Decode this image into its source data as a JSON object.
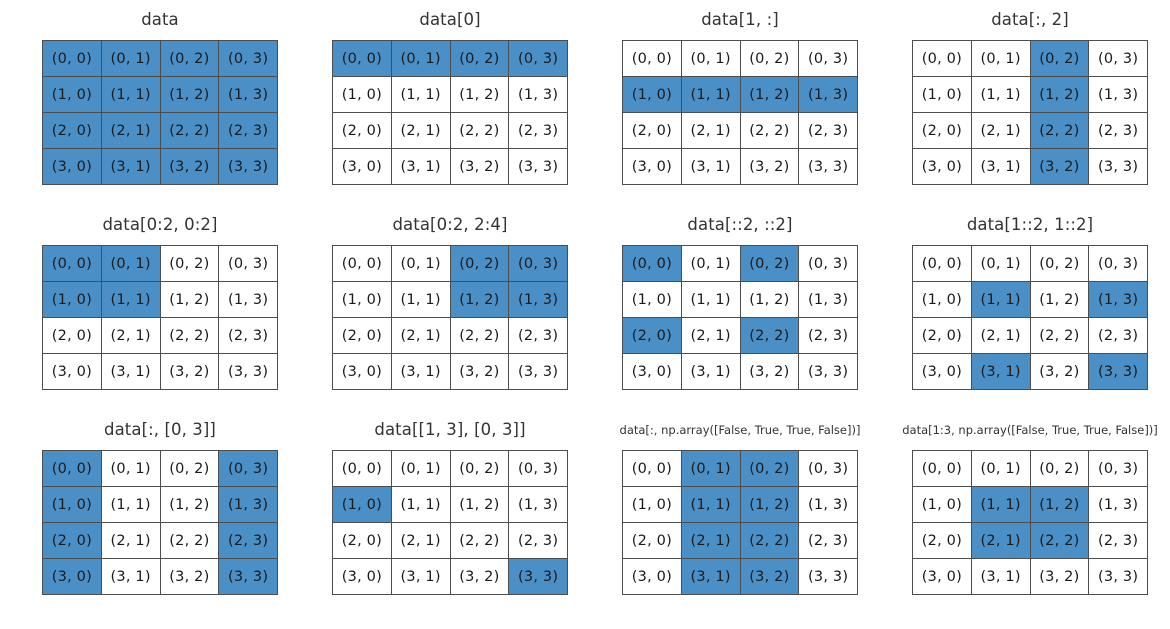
{
  "figure": {
    "title_color": "#333333",
    "highlight_color": "#4a90c7",
    "cell_border_color": "#4d4d4d",
    "background_color": "#ffffff",
    "grid_rows": 4,
    "grid_cols": 4
  },
  "cell_labels": [
    [
      "(0, 0)",
      "(0, 1)",
      "(0, 2)",
      "(0, 3)"
    ],
    [
      "(1, 0)",
      "(1, 1)",
      "(1, 2)",
      "(1, 3)"
    ],
    [
      "(2, 0)",
      "(2, 1)",
      "(2, 2)",
      "(2, 3)"
    ],
    [
      "(3, 0)",
      "(3, 1)",
      "(3, 2)",
      "(3, 3)"
    ]
  ],
  "panels": [
    {
      "id": "data",
      "title": "data",
      "title_size": "normal",
      "highlighted": [
        [
          true,
          true,
          true,
          true
        ],
        [
          true,
          true,
          true,
          true
        ],
        [
          true,
          true,
          true,
          true
        ],
        [
          true,
          true,
          true,
          true
        ]
      ]
    },
    {
      "id": "data-0",
      "title": "data[0]",
      "title_size": "normal",
      "highlighted": [
        [
          true,
          true,
          true,
          true
        ],
        [
          false,
          false,
          false,
          false
        ],
        [
          false,
          false,
          false,
          false
        ],
        [
          false,
          false,
          false,
          false
        ]
      ]
    },
    {
      "id": "data-1-colon",
      "title": "data[1, :]",
      "title_size": "normal",
      "highlighted": [
        [
          false,
          false,
          false,
          false
        ],
        [
          true,
          true,
          true,
          true
        ],
        [
          false,
          false,
          false,
          false
        ],
        [
          false,
          false,
          false,
          false
        ]
      ]
    },
    {
      "id": "data-colon-2",
      "title": "data[:, 2]",
      "title_size": "normal",
      "highlighted": [
        [
          false,
          false,
          true,
          false
        ],
        [
          false,
          false,
          true,
          false
        ],
        [
          false,
          false,
          true,
          false
        ],
        [
          false,
          false,
          true,
          false
        ]
      ]
    },
    {
      "id": "data-0to2-0to2",
      "title": "data[0:2, 0:2]",
      "title_size": "normal",
      "highlighted": [
        [
          true,
          true,
          false,
          false
        ],
        [
          true,
          true,
          false,
          false
        ],
        [
          false,
          false,
          false,
          false
        ],
        [
          false,
          false,
          false,
          false
        ]
      ]
    },
    {
      "id": "data-0to2-2to4",
      "title": "data[0:2, 2:4]",
      "title_size": "normal",
      "highlighted": [
        [
          false,
          false,
          true,
          true
        ],
        [
          false,
          false,
          true,
          true
        ],
        [
          false,
          false,
          false,
          false
        ],
        [
          false,
          false,
          false,
          false
        ]
      ]
    },
    {
      "id": "data-step2-step2",
      "title": "data[::2, ::2]",
      "title_size": "normal",
      "highlighted": [
        [
          true,
          false,
          true,
          false
        ],
        [
          false,
          false,
          false,
          false
        ],
        [
          true,
          false,
          true,
          false
        ],
        [
          false,
          false,
          false,
          false
        ]
      ]
    },
    {
      "id": "data-1step2-1step2",
      "title": "data[1::2, 1::2]",
      "title_size": "normal",
      "highlighted": [
        [
          false,
          false,
          false,
          false
        ],
        [
          false,
          true,
          false,
          true
        ],
        [
          false,
          false,
          false,
          false
        ],
        [
          false,
          true,
          false,
          true
        ]
      ]
    },
    {
      "id": "data-colon-list03",
      "title": "data[:, [0, 3]]",
      "title_size": "normal",
      "highlighted": [
        [
          true,
          false,
          false,
          true
        ],
        [
          true,
          false,
          false,
          true
        ],
        [
          true,
          false,
          false,
          true
        ],
        [
          true,
          false,
          false,
          true
        ]
      ]
    },
    {
      "id": "data-list13-list03",
      "title": "data[[1, 3], [0, 3]]",
      "title_size": "normal",
      "highlighted": [
        [
          false,
          false,
          false,
          false
        ],
        [
          true,
          false,
          false,
          false
        ],
        [
          false,
          false,
          false,
          false
        ],
        [
          false,
          false,
          false,
          true
        ]
      ]
    },
    {
      "id": "data-colon-boolmask",
      "title": "data[:, np.array([False, True, True, False])]",
      "title_size": "small",
      "highlighted": [
        [
          false,
          true,
          true,
          false
        ],
        [
          false,
          true,
          true,
          false
        ],
        [
          false,
          true,
          true,
          false
        ],
        [
          false,
          true,
          true,
          false
        ]
      ]
    },
    {
      "id": "data-1to3-boolmask",
      "title": "data[1:3, np.array([False, True, True, False])]",
      "title_size": "small",
      "highlighted": [
        [
          false,
          false,
          false,
          false
        ],
        [
          false,
          true,
          true,
          false
        ],
        [
          false,
          true,
          true,
          false
        ],
        [
          false,
          false,
          false,
          false
        ]
      ]
    }
  ]
}
